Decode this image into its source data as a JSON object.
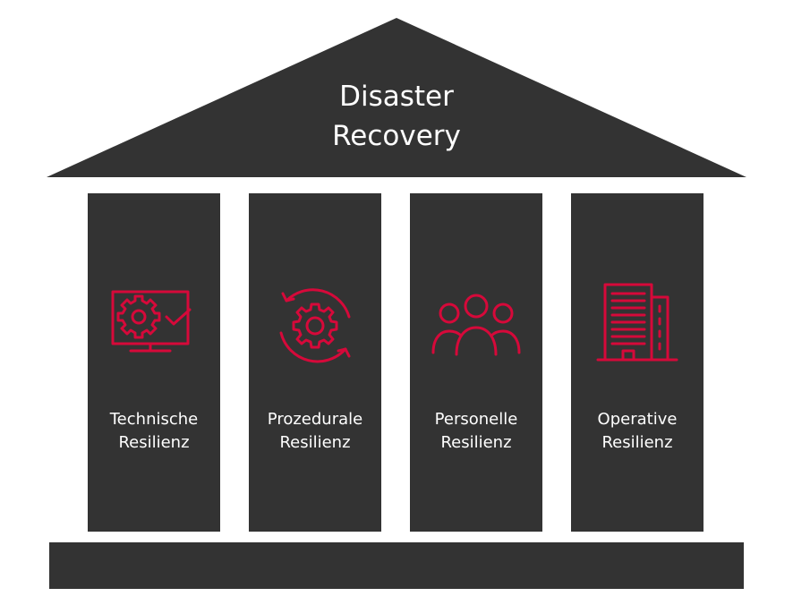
{
  "colors": {
    "structure": "#333333",
    "accent": "#d6093a",
    "text": "#ffffff"
  },
  "roof": {
    "title": "Disaster\nRecovery"
  },
  "pillars": [
    {
      "label": "Technische\nResilienz",
      "icon": "monitor-gear-check-icon"
    },
    {
      "label": "Prozedurale\nResilienz",
      "icon": "gear-cycle-icon"
    },
    {
      "label": "Personelle\nResilienz",
      "icon": "people-group-icon"
    },
    {
      "label": "Operative\nResilienz",
      "icon": "office-building-icon"
    }
  ]
}
